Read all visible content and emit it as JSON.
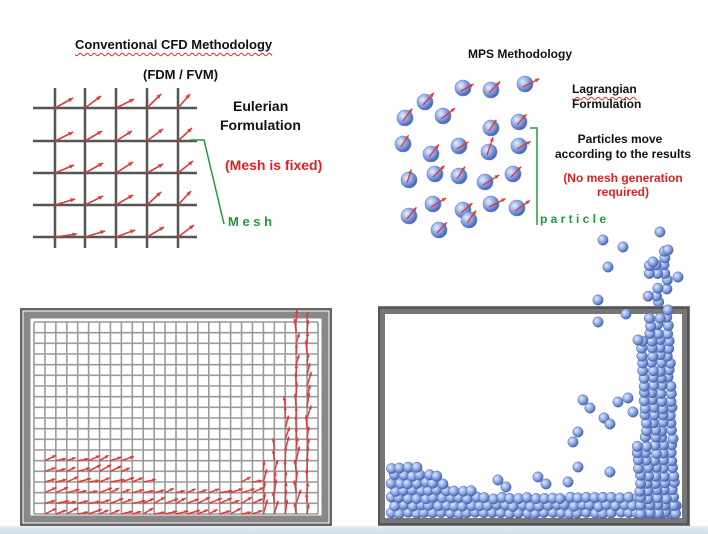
{
  "conventional": {
    "title": "Conventional CFD Methodology",
    "subtitle": "(FDM / FVM)",
    "formulation_line1": "Eulerian",
    "formulation_line2": "Formulation",
    "note": "(Mesh is fixed)",
    "mesh_label": "M e s h"
  },
  "mps": {
    "title": "MPS Methodology",
    "formulation_line1": "Lagrangian",
    "formulation_line2": "Formulation",
    "desc_line1": "Particles move",
    "desc_line2": "according to the results",
    "note_line1": "(No mesh generation",
    "note_line2": "required)",
    "particle_label": "p a r t i c l e"
  },
  "colors": {
    "arrow": "#e03a3a",
    "grid": "#555555",
    "green_label": "#1f9b3a",
    "particle": "#7f9ee0",
    "particle_edge": "#3d5aa8",
    "frame": "#666666"
  }
}
